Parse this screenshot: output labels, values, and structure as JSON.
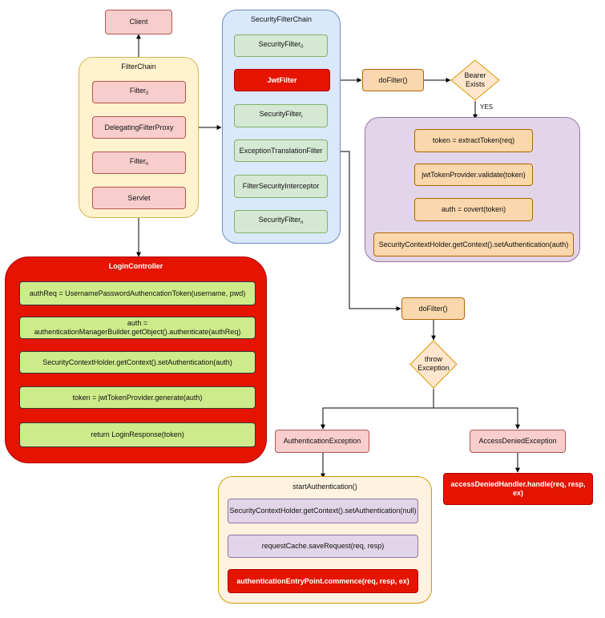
{
  "client": "Client",
  "filter_chain": {
    "title": "FilterChain",
    "filter0": {
      "name": "Filter",
      "sub": "0"
    },
    "delegating": "DelegatingFilterProxy",
    "filtern": {
      "name": "Filter",
      "sub": "n"
    },
    "servlet": "Servlet"
  },
  "security_filter_chain": {
    "title": "SecurityFilterChain",
    "filter0": {
      "name": "SecurityFilter",
      "sub": "0"
    },
    "jwt": "JwtFilter",
    "filteri": {
      "name": "SecurityFilter",
      "sub": "i"
    },
    "exception_translation": "ExceptionTranslationFilter",
    "interceptor": "FilterSecurityInterceptor",
    "filtern": {
      "name": "SecurityFilter",
      "sub": "n"
    }
  },
  "jwt_flow": {
    "dofilter": "doFilter()",
    "bearer_line1": "Bearer",
    "bearer_line2": "Exists",
    "yes": "YES",
    "steps": [
      "token = extractToken(req)",
      "jwtTokenProvider.validate(token)",
      "auth = covert(token)",
      "SecurityContextHolder.getContext().setAuthentication(auth)"
    ]
  },
  "login_controller": {
    "title": "LoginController",
    "steps": [
      "authReq = UsernamePasswordAuthencationToken(username, pwd)",
      "auth = authenticationManagerBuilder.getObject().authenticate(authReq)",
      "SecurityContextHolder.getContext().setAuthentication(auth)",
      "token = jwtTokenProvider.generate(auth)",
      "return LoginResponse(token)"
    ]
  },
  "exception_flow": {
    "dofilter": "doFilter()",
    "throw_line1": "throw",
    "throw_line2": "Exception",
    "auth_exception": "AuthenticationException",
    "access_denied": "AccessDeniedException",
    "access_handler": "accessDeniedHandler.handle(req, resp, ex)",
    "start_auth": {
      "title": "startAuthentication()",
      "steps": [
        "SecurityContextHolder.getContext().setAuthentication(null)",
        "requestCache.saveRequest(req, resp)",
        "authenticationEntryPoint.commence(req, resp, ex)"
      ]
    }
  }
}
